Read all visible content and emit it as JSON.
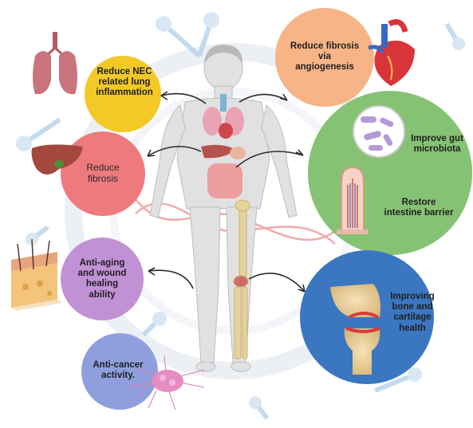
{
  "benefits": [
    {
      "id": "nec",
      "text": "Reduce NEC related lung inflammation",
      "lines": [
        "Reduce NEC",
        "related lung",
        "inflammation"
      ],
      "color": "#f3c928"
    },
    {
      "id": "fibrosis_angio",
      "text": "Reduce fibrosis via angiogenesis",
      "lines": [
        "Reduce fibrosis",
        "via",
        "angiogenesis"
      ],
      "color": "#f7b487"
    },
    {
      "id": "fibrosis",
      "text": "Reduce fibrosis",
      "lines": [
        "Reduce",
        "fibrosis"
      ],
      "color": "#ee7a7d"
    },
    {
      "id": "gut",
      "text": "Improve gut microbiota",
      "lines": [
        "Improve gut",
        "microbiota"
      ],
      "color": "#86c273"
    },
    {
      "id": "barrier",
      "text": "Restore intestine barrier",
      "lines": [
        "Restore",
        "intestine barrier"
      ],
      "color": "#86c273"
    },
    {
      "id": "aging",
      "text": "Anti-aging and wound healing ability",
      "lines": [
        "Anti-aging",
        "and wound",
        "healing",
        "ability"
      ],
      "color": "#c191d6"
    },
    {
      "id": "bone",
      "text": "Improving bone and cartilage health",
      "lines": [
        "Improving",
        "bone and",
        "cartilage",
        "health"
      ],
      "color": "#3a77c0"
    },
    {
      "id": "cancer",
      "text": "Anti-cancer activity.",
      "lines": [
        "Anti-cancer",
        "activity."
      ],
      "color": "#8f9fde"
    }
  ],
  "icons": [
    "lungs-icon",
    "heart-icon",
    "liver-icon",
    "bacteria-icon",
    "villus-icon",
    "skin-icon",
    "knee-joint-icon",
    "tumor-cell-icon",
    "human-body-icon"
  ]
}
